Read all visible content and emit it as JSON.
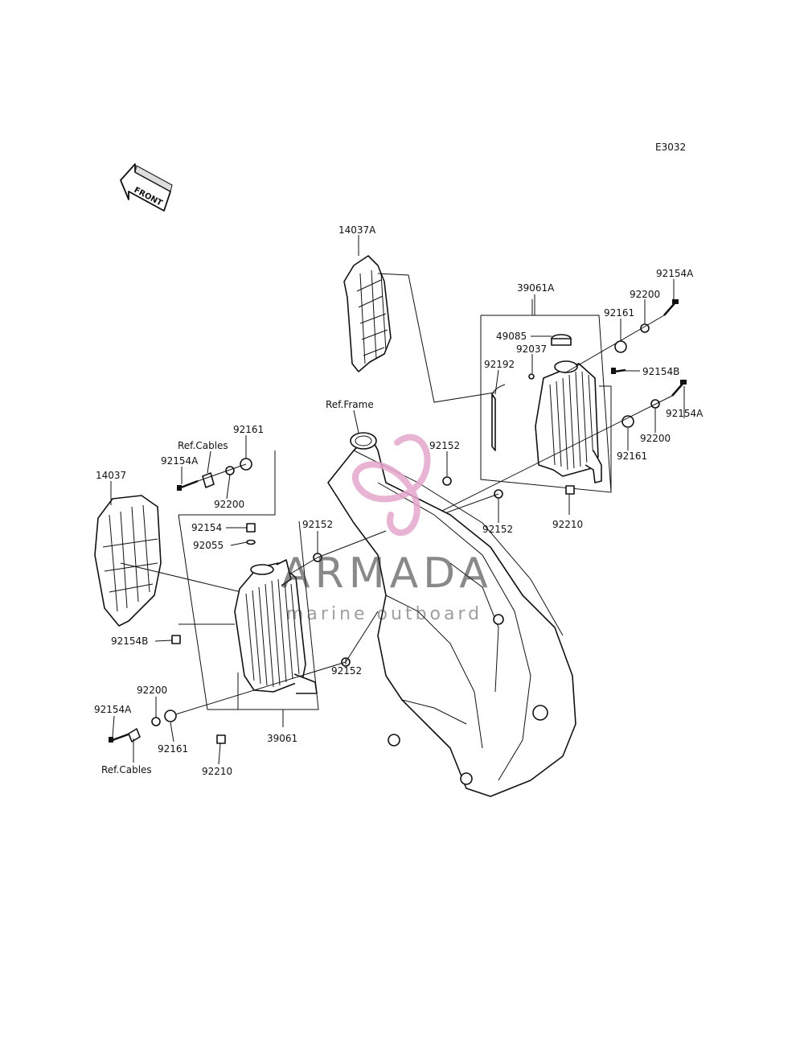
{
  "diagram_code": "E3032",
  "front_arrow_text": "FRONT",
  "watermark": {
    "brand": "ARMADA",
    "tagline": "marine outboard",
    "accent": "#e6a6cc"
  },
  "labels": {
    "l_14037A": "14037A",
    "l_39061A": "39061A",
    "l_92154A_r1": "92154A",
    "l_92200_r1": "92200",
    "l_92161_r1": "92161",
    "l_49085": "49085",
    "l_92037": "92037",
    "l_92192": "92192",
    "l_92154B_r": "92154B",
    "l_92154A_r2": "92154A",
    "l_92200_r2": "92200",
    "l_92161_r2": "92161",
    "l_ref_frame": "Ref.Frame",
    "l_92152_top": "92152",
    "l_92152_mid": "92152",
    "l_92210_r": "92210",
    "l_92161_l1": "92161",
    "l_ref_cables_top": "Ref.Cables",
    "l_92154A_l1": "92154A",
    "l_92200_l1": "92200",
    "l_14037": "14037",
    "l_92154": "92154",
    "l_92055": "92055",
    "l_92152_left": "92152",
    "l_92154B_l": "92154B",
    "l_92152_low": "92152",
    "l_92200_l2": "92200",
    "l_92154A_l2": "92154A",
    "l_92161_l2": "92161",
    "l_39061": "39061",
    "l_92210_l": "92210",
    "l_ref_cables_bottom": "Ref.Cables"
  }
}
